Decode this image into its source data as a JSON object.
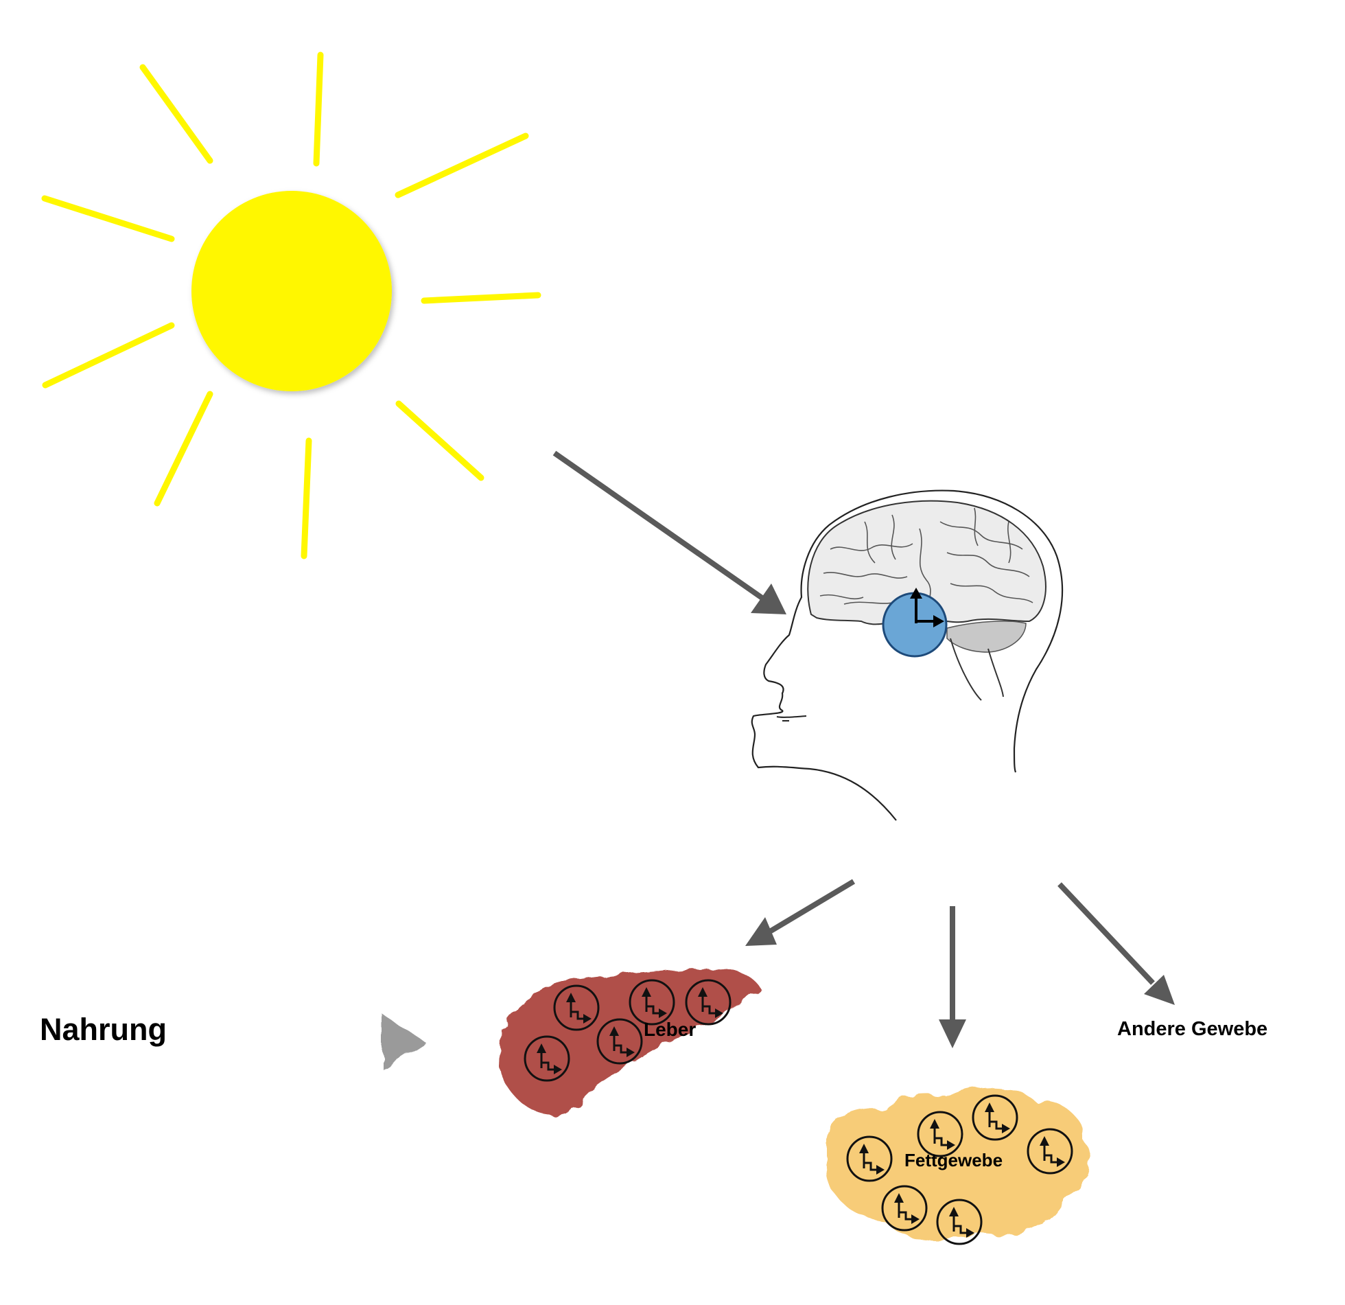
{
  "labels": {
    "food": "Nahrung",
    "liver": "Leber",
    "adipose": "Fettgewebe",
    "other": "Andere Gewebe"
  },
  "colors": {
    "sun": "#fff700",
    "arrow": "#5a5a5a",
    "food_arrow": "#9a9a9a",
    "liver": "#b05048",
    "adipose": "#f7cc78",
    "master_clock": "#6aa6d6"
  },
  "icons": [
    "sun-icon",
    "human-head-brain-icon",
    "clock-icon",
    "liver-organ",
    "adipose-tissue"
  ]
}
